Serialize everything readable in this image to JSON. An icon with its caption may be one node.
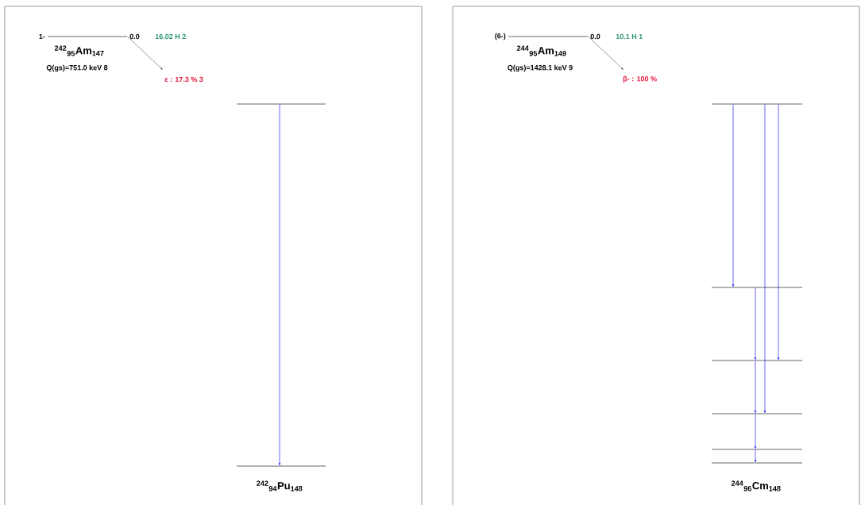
{
  "diagram": {
    "nodes": [
      {
        "text": [
          "1-",
          "0.0",
          "16.02 H 2"
        ]
      },
      {
        "text": [],
        "shape": "bar"
      },
      {
        "text": [],
        "shape": "bar"
      },
      {
        "text": [
          "(6-)",
          "0.0",
          "10.1 H 1"
        ]
      },
      {
        "text": [],
        "shape": "bar"
      },
      {
        "text": [],
        "shape": "bar"
      },
      {
        "text": [],
        "shape": "bar"
      },
      {
        "text": [],
        "shape": "bar"
      },
      {
        "text": [],
        "shape": "bar"
      },
      {
        "text": [],
        "shape": "bar"
      }
    ],
    "edges": [
      {
        "from": 0,
        "to": null,
        "arrow": "to",
        "label": "ε : 17.3 % 3",
        "color": "#555555"
      },
      {
        "from": 1,
        "to": 2,
        "arrow": "to"
      },
      {
        "from": 3,
        "to": null,
        "arrow": "to",
        "label": "β- : 100 %",
        "color": "#555555"
      },
      {
        "from": 4,
        "to": 5,
        "arrow": "to"
      },
      {
        "from": 4,
        "to": 7,
        "arrow": "to"
      },
      {
        "from": 4,
        "to": 6,
        "arrow": "to"
      },
      {
        "from": 5,
        "to": 6,
        "arrow": "to"
      },
      {
        "from": 6,
        "to": 7,
        "arrow": "to"
      },
      {
        "from": 7,
        "to": 8,
        "arrow": "to"
      },
      {
        "from": 8,
        "to": 9,
        "arrow": "to"
      }
    ],
    "labels": [
      "$^{242}$$_{95}$Am$_{147}$",
      "Q(gs)=751.0 keV 8",
      "$^{242}$$_{94}$Pu$_{148}$",
      "$^{244}$$_{95}$Am$_{149}$",
      "Q(gs)=1428.1 keV 9",
      "$^{244}$$_{96}$Cm$_{148}$"
    ]
  }
}
